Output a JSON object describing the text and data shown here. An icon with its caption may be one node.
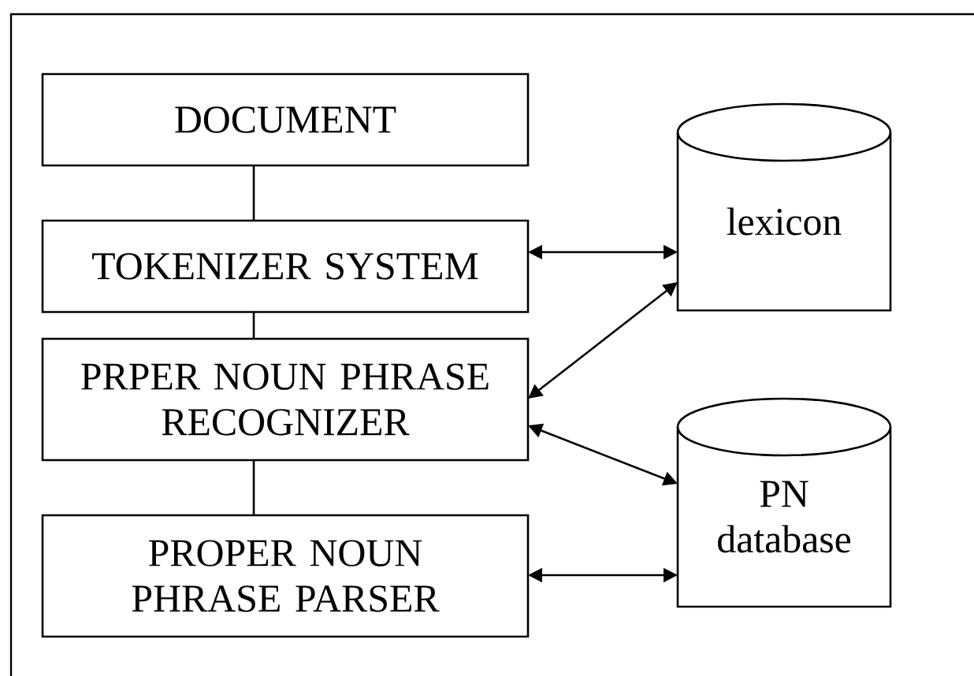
{
  "diagram": {
    "nodes": [
      {
        "text": [
          "DOCUMENT"
        ]
      },
      {
        "text": [
          "TOKENIZER SYSTEM"
        ]
      },
      {
        "text": [
          "PRPER NOUN PHRASE RECOGNIZER"
        ]
      },
      {
        "text": [
          "PROPER NOUN PHRASE PARSER"
        ]
      },
      {
        "text": [
          "lexicon"
        ]
      },
      {
        "text": [
          "PN database"
        ]
      }
    ],
    "edges": [
      {
        "from": 0,
        "to": 1,
        "arrow": "none"
      },
      {
        "from": 1,
        "to": 2,
        "arrow": "none"
      },
      {
        "from": 2,
        "to": 3,
        "arrow": "none"
      },
      {
        "from": 1,
        "to": 4,
        "arrow": "both"
      },
      {
        "from": 2,
        "to": 4,
        "arrow": "both"
      },
      {
        "from": 2,
        "to": 5,
        "arrow": "both"
      },
      {
        "from": 3,
        "to": 5,
        "arrow": "both"
      }
    ]
  }
}
